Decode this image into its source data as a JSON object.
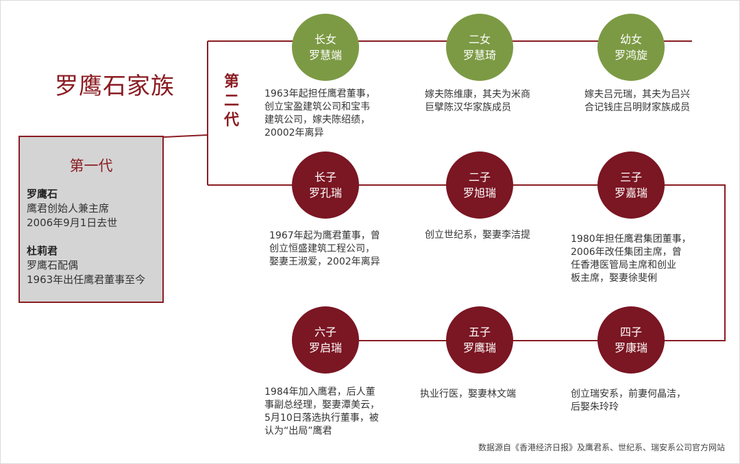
{
  "title": "罗鹰石家族",
  "gen2_label": "第二代",
  "gen1": {
    "label": "第一代",
    "persons": [
      {
        "name": "罗鹰石",
        "lines": [
          "鹰君创始人兼主席",
          "2006年9月1日去世"
        ]
      },
      {
        "name": "杜莉君",
        "lines": [
          "罗鹰石配偶",
          "1963年出任鹰君董事至今"
        ]
      }
    ]
  },
  "colors": {
    "accent": "#8a1c22",
    "daughter": "#7c9a44",
    "son": "#7b1623"
  },
  "children": [
    {
      "rank": "长女",
      "name": "罗慧端",
      "kind": "daughter",
      "desc": [
        "1963年起担任鹰君董事，",
        "创立宝盈建筑公司和宝韦",
        "建筑公司，嫁夫陈绍绩，",
        "20002年离异"
      ]
    },
    {
      "rank": "二女",
      "name": "罗慧琦",
      "kind": "daughter",
      "desc": [
        "嫁夫陈维康，其夫为米商",
        "巨擘陈汉华家族成员"
      ]
    },
    {
      "rank": "幼女",
      "name": "罗鸿旋",
      "kind": "daughter",
      "desc": [
        "嫁夫吕元瑞，其夫为吕兴",
        "合记钱庄吕明财家族成员"
      ]
    },
    {
      "rank": "长子",
      "name": "罗孔瑞",
      "kind": "son",
      "desc": [
        "1967年起为鹰君董事，曾",
        "创立恒盛建筑工程公司，",
        "娶妻王淑爱，2002年离异"
      ]
    },
    {
      "rank": "二子",
      "name": "罗旭瑞",
      "kind": "son",
      "desc": [
        "创立世纪系，娶妻李洁提"
      ]
    },
    {
      "rank": "三子",
      "name": "罗嘉瑞",
      "kind": "son",
      "desc": [
        "1980年担任鹰君集团董事，",
        "2006年改任集团主席，曾",
        "任香港医管局主席和创业",
        "板主席，娶妻徐斐俐"
      ]
    },
    {
      "rank": "六子",
      "name": "罗启瑞",
      "kind": "son",
      "desc": [
        "1984年加入鹰君，后人董",
        "事副总经理，娶妻潭美云，",
        "5月10日落选执行董事，被",
        "认为“出局”鹰君"
      ]
    },
    {
      "rank": "五子",
      "name": "罗鹰瑞",
      "kind": "son",
      "desc": [
        "执业行医，娶妻林文端"
      ]
    },
    {
      "rank": "四子",
      "name": "罗康瑞",
      "kind": "son",
      "desc": [
        "创立瑞安系，前妻何晶洁，",
        "后娶朱玲玲"
      ]
    }
  ],
  "source": "数据源自《香港经济日报》及鹰君系、世纪系、瑞安系公司官方网站"
}
